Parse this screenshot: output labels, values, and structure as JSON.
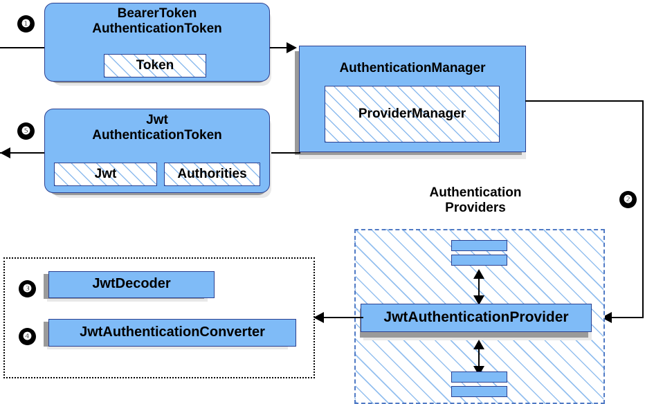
{
  "diagram": {
    "title_hidden": "",
    "accent_blue": "#7fbbf7",
    "border_navy": "#2a3f8f",
    "hatch_blue": "#78afeb",
    "dashed_blue": "#4f79c4",
    "line_black": "#000000"
  },
  "steps": {
    "one": "❶",
    "two": "❷",
    "three": "❸",
    "four": "❹",
    "five": "❺"
  },
  "nodes": {
    "bearer_token": {
      "title": "BearerToken\nAuthenticationToken",
      "inner": "Token"
    },
    "jwt_token": {
      "title": "Jwt\nAuthenticationToken",
      "inner_left": "Jwt",
      "inner_right": "Authorities"
    },
    "auth_manager": {
      "title": "AuthenticationManager",
      "inner": "ProviderManager"
    },
    "providers_group": {
      "label": "Authentication\nProviders",
      "provider": "JwtAuthenticationProvider"
    },
    "support_group": {
      "decoder": "JwtDecoder",
      "converter": "JwtAuthenticationConverter"
    }
  }
}
